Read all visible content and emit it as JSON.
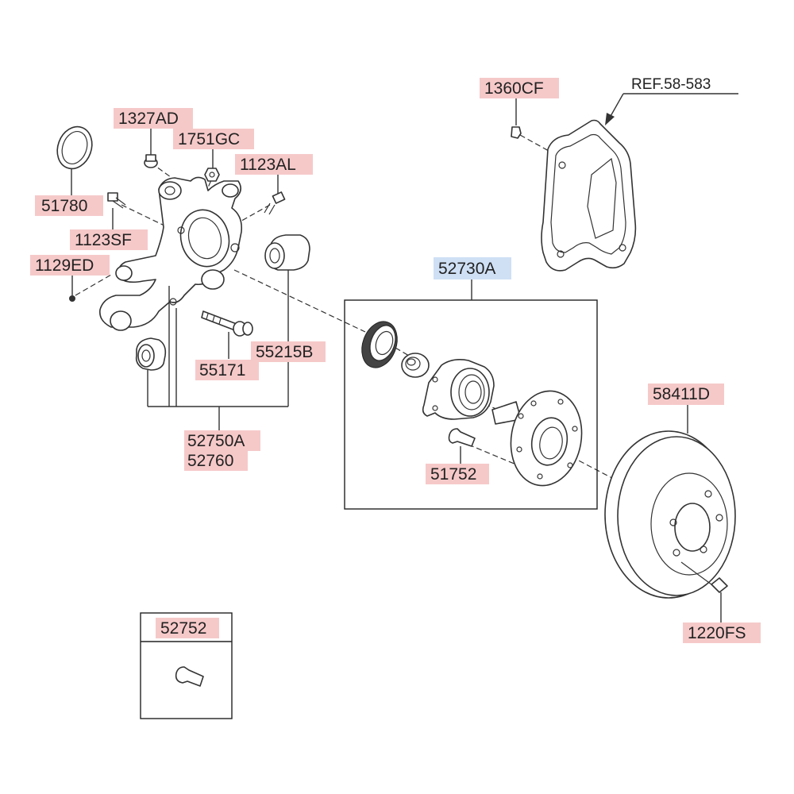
{
  "labels": {
    "p_1327AD": "1327AD",
    "p_1751GC": "1751GC",
    "p_1123AL": "1123AL",
    "p_51780": "51780",
    "p_1123SF": "1123SF",
    "p_1129ED": "1129ED",
    "p_55171": "55171",
    "p_55215B": "55215B",
    "p_52750A": "52750A",
    "p_52760": "52760",
    "p_1360CF": "1360CF",
    "p_ref": "REF.58-583",
    "p_52730A": "52730A",
    "p_51752": "51752",
    "p_58411D": "58411D",
    "p_1220FS": "1220FS",
    "p_52752": "52752"
  },
  "colors": {
    "label_highlight": "#f6c9c9",
    "assembly_highlight": "#cfe0f5",
    "line": "#333333"
  }
}
